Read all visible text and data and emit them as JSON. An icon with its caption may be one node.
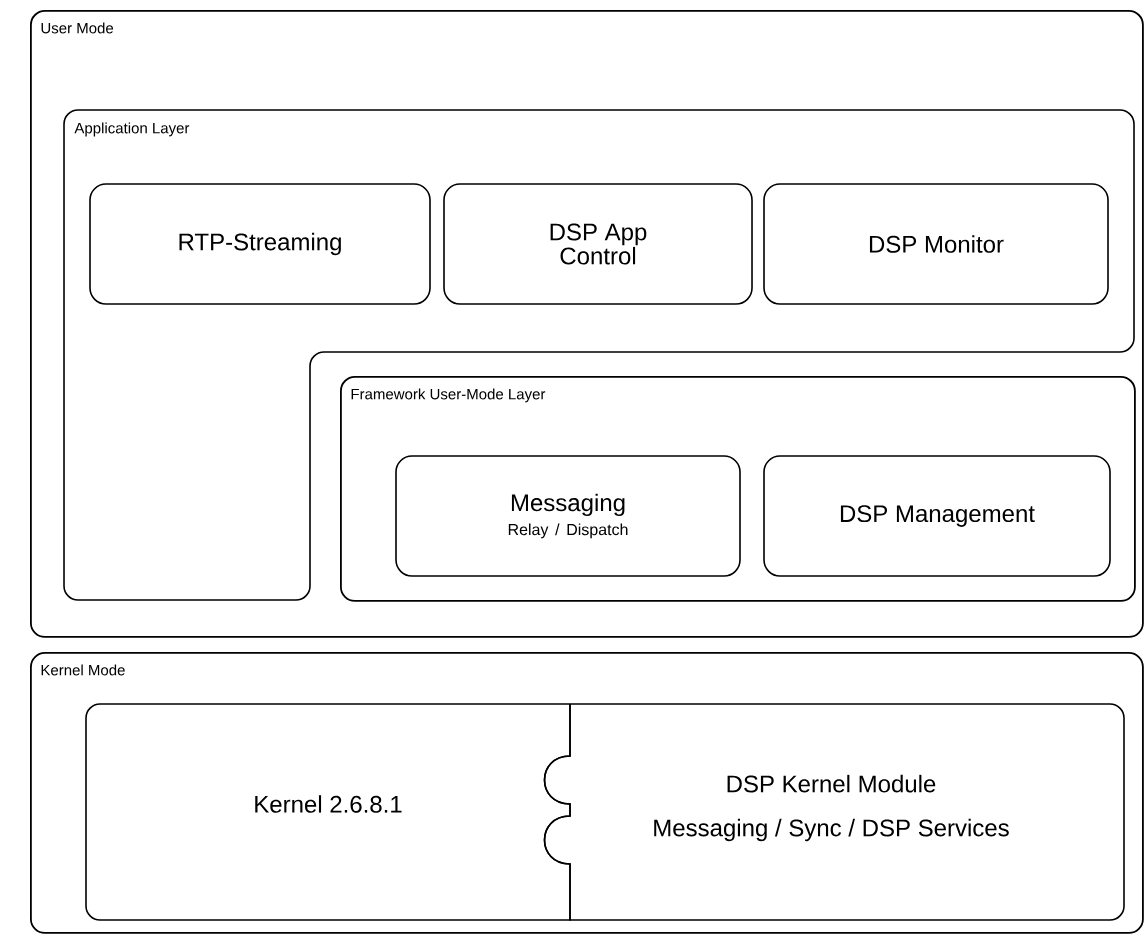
{
  "diagram": {
    "nodes": [
      {
        "text": [
          "User Mode"
        ]
      },
      {
        "text": [
          "Application Layer"
        ],
        "in": 0
      },
      {
        "text": [
          "RTP-Streaming"
        ],
        "in": 1
      },
      {
        "text": [
          "DSP App Control"
        ],
        "in": 1
      },
      {
        "text": [
          "DSP Monitor"
        ],
        "in": 1
      },
      {
        "text": [
          "Framework User-Mode Layer"
        ],
        "in": 0
      },
      {
        "text": [
          "Messaging",
          "Relay / Dispatch"
        ],
        "in": 5
      },
      {
        "text": [
          "DSP Management"
        ],
        "in": 5
      },
      {
        "text": [
          "Kernel Mode"
        ]
      },
      {
        "text": [
          "Kernel 2.6.8.1"
        ],
        "in": 8
      },
      {
        "text": [
          "DSP Kernel Module",
          "Messaging / Sync / DSP Services"
        ],
        "in": 8
      }
    ]
  }
}
